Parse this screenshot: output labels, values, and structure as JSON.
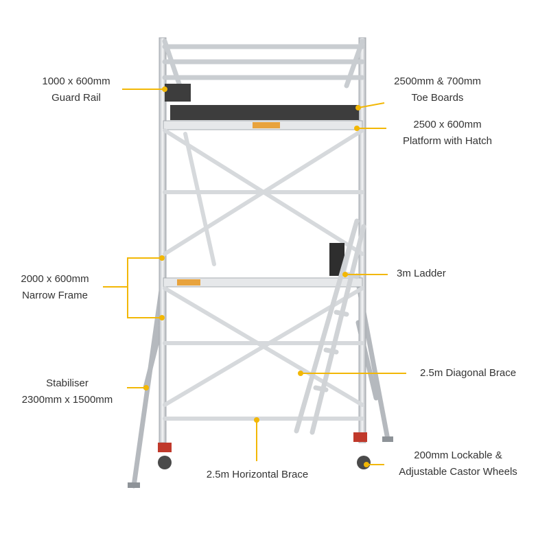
{
  "colors": {
    "callout": "#F2B705",
    "frame": "#D9DCE0",
    "frame_edge": "#A7ABB0",
    "toe_board": "#3D3D3D",
    "label_text": "#333333",
    "castor": "#C0392B"
  },
  "labels": {
    "guard_rail": {
      "line1": "1000 x 600mm",
      "line2": "Guard Rail"
    },
    "toe_boards": {
      "line1": "2500mm & 700mm",
      "line2": "Toe Boards"
    },
    "platform": {
      "line1": "2500 x 600mm",
      "line2": "Platform with Hatch"
    },
    "narrow_frame": {
      "line1": "2000 x 600mm",
      "line2": "Narrow Frame"
    },
    "ladder": {
      "line1": "3m Ladder"
    },
    "stabiliser": {
      "line1": "Stabiliser",
      "line2": "2300mm x 1500mm"
    },
    "diagonal_brace": {
      "line1": "2.5m Diagonal Brace"
    },
    "castor_wheels": {
      "line1": "200mm Lockable &",
      "line2": "Adjustable Castor Wheels"
    },
    "horizontal_brace": {
      "line1": "2.5m Horizontal Brace"
    }
  }
}
